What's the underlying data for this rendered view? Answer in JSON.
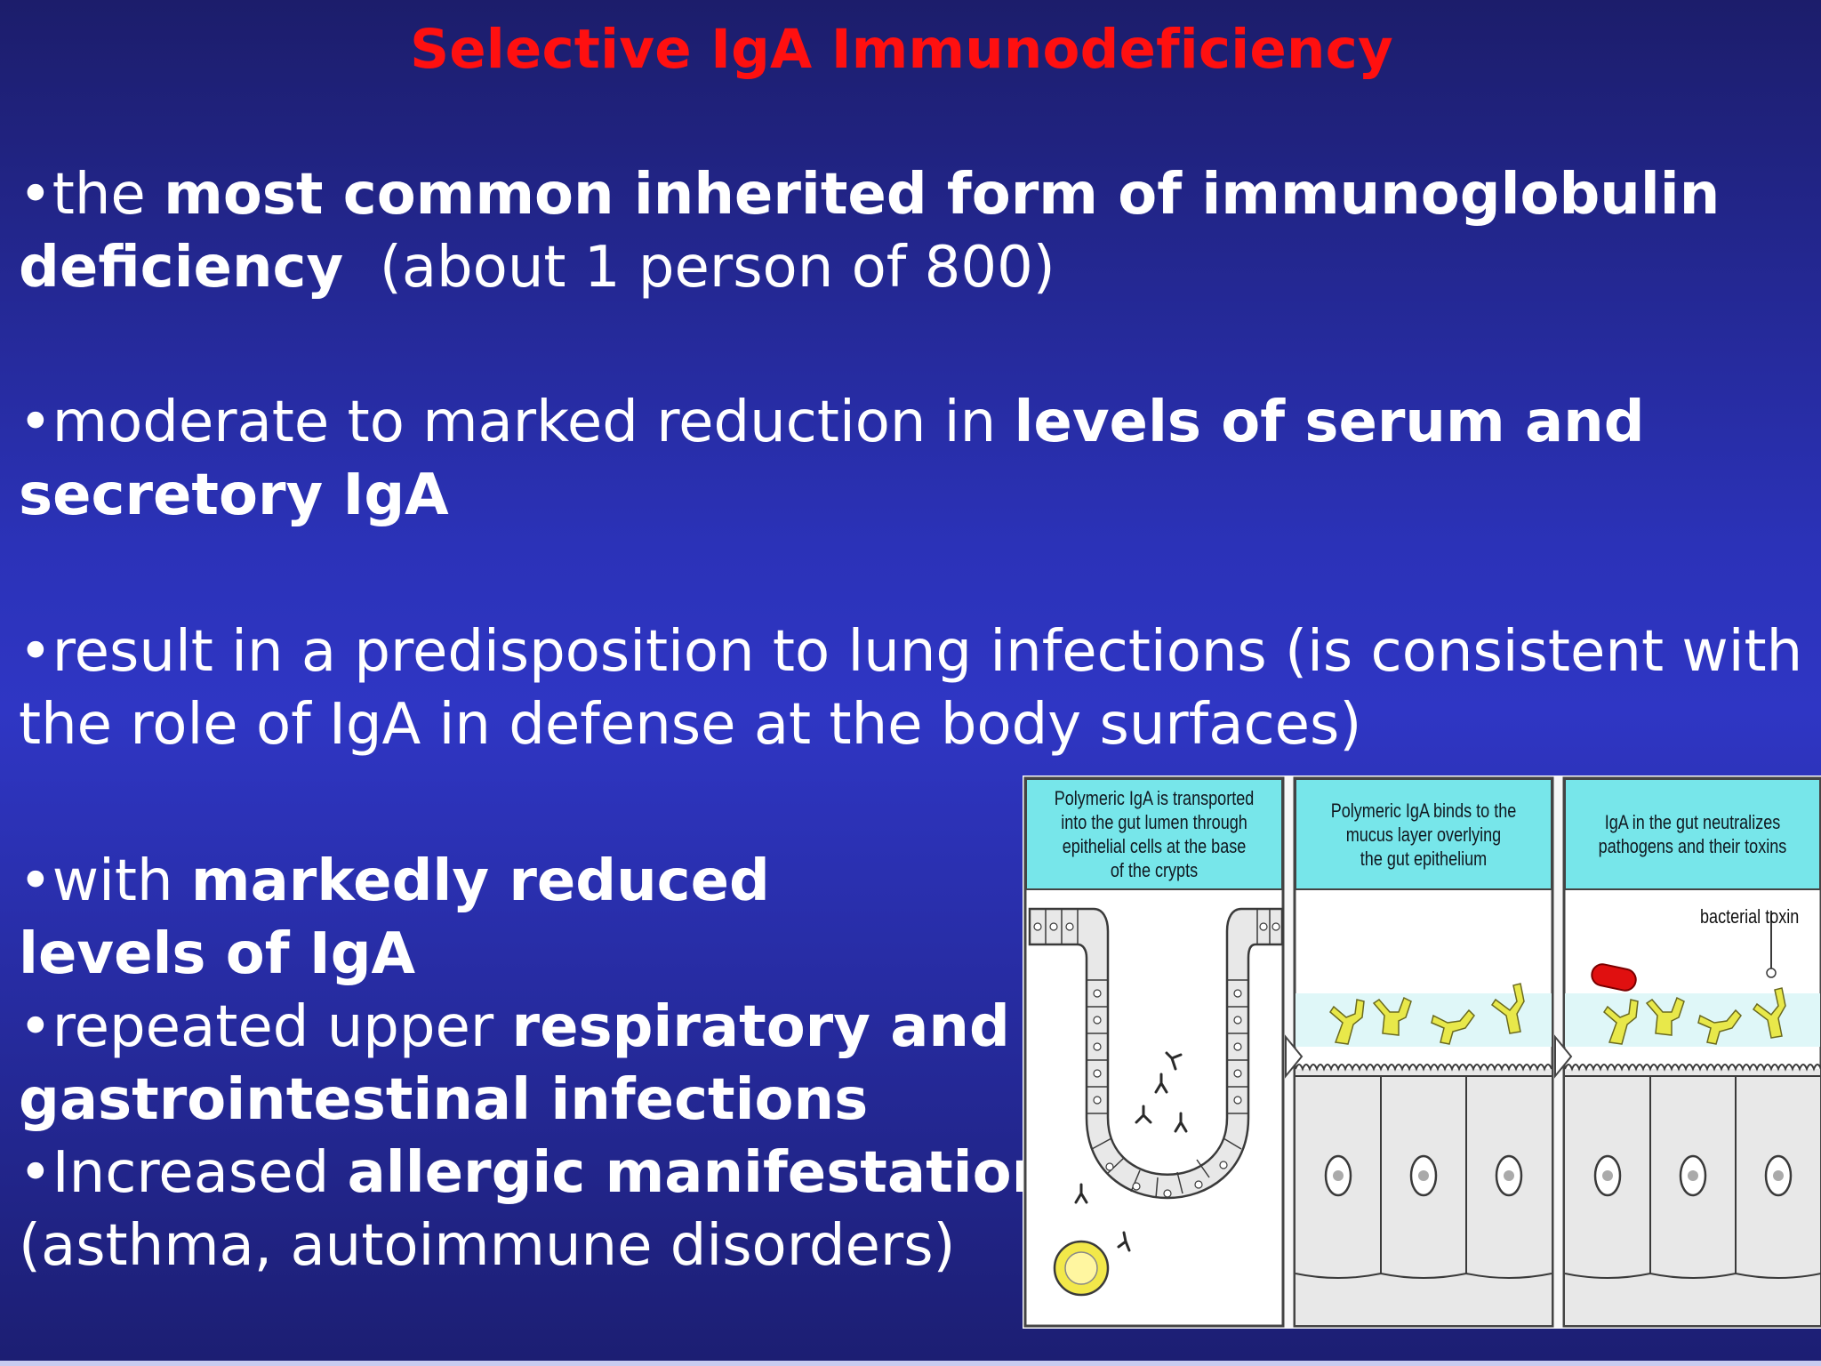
{
  "slide": {
    "title": "Selective IgA Immunodeficiency",
    "bullets": [
      {
        "lines": [
          [
            {
              "text": "•the ",
              "bold": false
            },
            {
              "text": "most common inherited form of immunoglobulin",
              "bold": true
            }
          ],
          [
            {
              "text": "deficiency",
              "bold": true
            },
            {
              "text": "  (about 1 person of 800)",
              "bold": false
            }
          ]
        ]
      },
      {
        "lines": [
          [
            {
              "text": "•moderate to marked reduction in ",
              "bold": false
            },
            {
              "text": "levels of serum and",
              "bold": true
            }
          ],
          [
            {
              "text": "secretory IgA",
              "bold": true
            }
          ]
        ]
      },
      {
        "lines": [
          [
            {
              "text": "•result in a predisposition to lung infections (is consistent with",
              "bold": false
            }
          ],
          [
            {
              "text": "the role of IgA in defense at the body surfaces)",
              "bold": false
            }
          ]
        ]
      },
      {
        "lines": [
          [
            {
              "text": "•with ",
              "bold": false
            },
            {
              "text": "markedly reduced",
              "bold": true
            }
          ],
          [
            {
              "text": "levels of IgA",
              "bold": true
            }
          ],
          [
            {
              "text": "•repeated upper ",
              "bold": false
            },
            {
              "text": "respiratory and",
              "bold": true
            }
          ],
          [
            {
              "text": "gastrointestinal infections",
              "bold": true
            }
          ],
          [
            {
              "text": "•Increased ",
              "bold": false
            },
            {
              "text": "allergic manifestations",
              "bold": true
            }
          ],
          [
            {
              "text": "(asthma, autoimmune disorders)",
              "bold": false
            }
          ]
        ]
      }
    ]
  },
  "figure": {
    "panels": [
      {
        "label_lines": [
          "Polymeric IgA is transported",
          "into the gut lumen through",
          "epithelial cells at the base",
          "of the crypts"
        ]
      },
      {
        "label_lines": [
          "Polymeric IgA binds to the",
          "mucus layer overlying",
          "the gut epithelium"
        ]
      },
      {
        "label_lines": [
          "IgA in the gut neutralizes",
          "pathogens and their toxins"
        ]
      }
    ],
    "toxin_label": "bacterial toxin",
    "colors": {
      "header": "#77e6ea",
      "mucus": "#dff7f8",
      "antibody": "#e8e84a",
      "bacterium": "#e01010",
      "plasma_cell": "#f2e84a",
      "cell_fill": "#e8e8e8",
      "line": "#3a3a3a"
    }
  }
}
